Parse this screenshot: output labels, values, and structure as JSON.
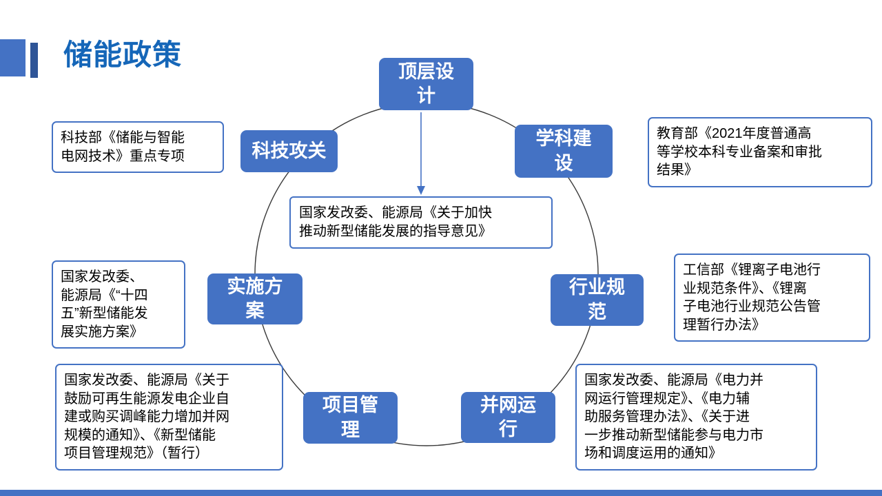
{
  "slide": {
    "title": "储能政策"
  },
  "diagram": {
    "center": {
      "text": "国家发改委、能源局《关于加快\n推动新型储能发展的指导意见》"
    },
    "nodes": [
      {
        "id": "top-design",
        "label": "顶层设\n计"
      },
      {
        "id": "discipline",
        "label": "学科建\n设"
      },
      {
        "id": "tech-research",
        "label": "科技攻关"
      },
      {
        "id": "industry-standard",
        "label": "行业规\n范"
      },
      {
        "id": "implementation",
        "label": "实施方\n案"
      },
      {
        "id": "project-mgmt",
        "label": "项目管\n理"
      },
      {
        "id": "grid-operation",
        "label": "并网运\n行"
      }
    ],
    "callouts": [
      {
        "id": "tech",
        "text": "科技部《储能与智能\n电网技术》重点专项"
      },
      {
        "id": "education",
        "text": "教育部《2021年度普通高\n等学校本科专业备案和审批\n结果》"
      },
      {
        "id": "impl-plan",
        "text": "国家发改委、\n能源局《“十四\n五”新型储能发\n展实施方案》"
      },
      {
        "id": "industry",
        "text": "工信部《锂离子电池行\n业规范条件》、《锂离\n子电池行业规范公告管\n理暂行办法》"
      },
      {
        "id": "project",
        "text": "国家发改委、能源局《关于\n鼓励可再生能源发电企业自\n建或购买调峰能力增加并网\n规模的通知》、《新型储能\n项目管理规范》（暂行）"
      },
      {
        "id": "grid",
        "text": "国家发改委、能源局《电力并\n网运行管理规定》、《电力辅\n助服务管理办法》、《关于进\n一步推动新型储能参与电力市\n场和调度运用的通知》"
      }
    ]
  },
  "colors": {
    "node_fill": "#4472C4",
    "callout_border": "#4472C4",
    "title_text": "#1566B8",
    "circle_stroke": "#3A3A3A",
    "arrow": "#4472C4",
    "bottom_bar": "#4472C4"
  }
}
